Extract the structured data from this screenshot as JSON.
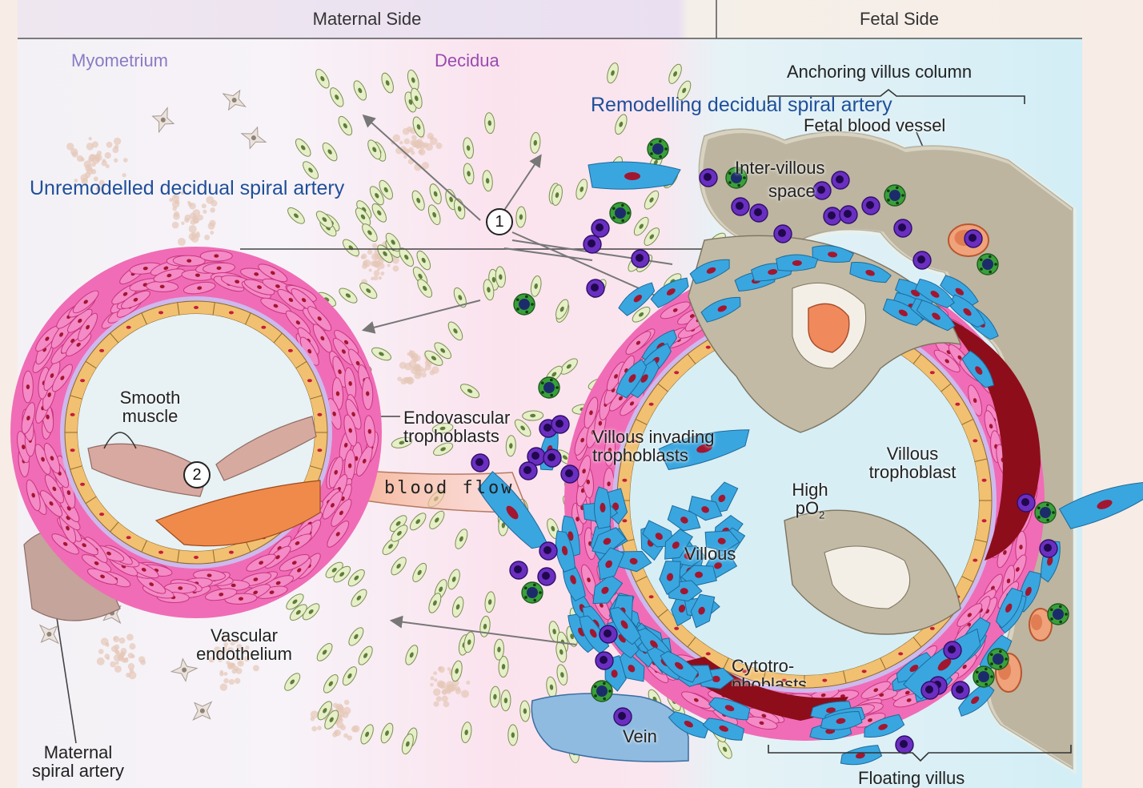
{
  "header": {
    "maternal_side": "Maternal Side",
    "fetal_side": "Fetal Side"
  },
  "regions": {
    "myometrium": "Myometrium",
    "decidua": "Decidua"
  },
  "titles": {
    "unremodelled": "Unremodelled decidual spiral artery",
    "remodelling": "Remodelling decidual spiral artery"
  },
  "labels": {
    "anchoring_villus_column": "Anchoring villus column",
    "fetal_blood_vessel": "Fetal blood vessel",
    "inter_villous_space_1": "Inter-villous",
    "inter_villous_space_2": "space",
    "smooth_muscle_1": "Smooth",
    "smooth_muscle_2": "muscle",
    "endovascular_1": "Endovascular",
    "endovascular_2": "trophoblasts",
    "invading_1": "Villous invading",
    "invading_2": "trophoblasts",
    "blood_flow": "blood flow",
    "villous": "Villous",
    "high": "High",
    "po2": "pO",
    "po2_sub": "2",
    "villous_trophoblast_1": "Villous",
    "villous_trophoblast_2": "trophoblast",
    "vascular_endothelium_1": "Vascular",
    "vascular_endothelium_2": "endothelium",
    "cytotrophoblasts_1": "Cytotro-",
    "cytotrophoblasts_2": "phoblasts",
    "vein": "Vein",
    "maternal_spiral_artery_1": "Maternal",
    "maternal_spiral_artery_2": "spiral artery",
    "floating_villus": "Floating villus"
  },
  "markers": {
    "one": "1",
    "two": "2"
  },
  "colors": {
    "maternal_bg": "#fbe6ef",
    "fetal_bg": "#d8f0f6",
    "muscle_pink": "#f06cb6",
    "lumen_lavender": "#cdb9ee",
    "endothelium_orange": "#f2c071",
    "trophoblast_blue": "#3aa6e0",
    "nucleus_red": "#a3162f",
    "blood_dark": "#8e0d1b",
    "immune_purple": "#5a1fb0",
    "nk_green": "#2f8a2a",
    "villus_tissue": "#b7b09a",
    "title_blue": "#1f4f9a"
  },
  "icons": [
    "spindle-cell-icon",
    "immune-cell-icon",
    "nk-cell-icon",
    "nucleus-icon"
  ]
}
